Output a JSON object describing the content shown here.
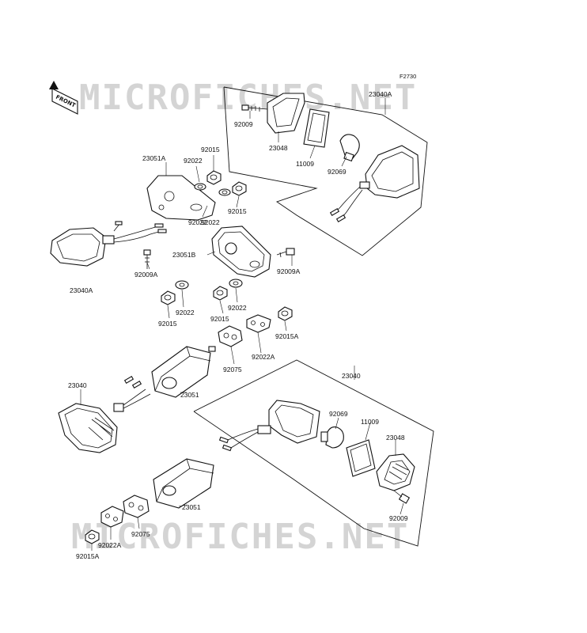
{
  "diagram": {
    "code": "F2730",
    "front_label": "FRONT",
    "watermarks": [
      "MICROFICHES.NET",
      "MICROFICHES.NET"
    ],
    "labels": [
      "23040A",
      "92009",
      "23048",
      "11009",
      "92069",
      "23051A",
      "92022",
      "92015",
      "92022",
      "92015",
      "92022",
      "23040A",
      "92009A",
      "23051B",
      "92009A",
      "92022",
      "92022",
      "92015",
      "92015",
      "92015A",
      "92075",
      "92022A",
      "23040",
      "23051",
      "23040",
      "92069",
      "11009",
      "23048",
      "23051",
      "92009",
      "92022A",
      "92075",
      "92015A"
    ]
  }
}
